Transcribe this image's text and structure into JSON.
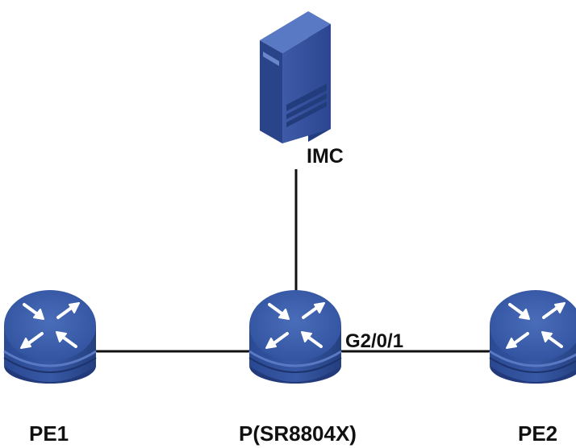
{
  "nodes": {
    "server": {
      "label": "IMC",
      "icon": "server-icon"
    },
    "router_p": {
      "label": "P(SR8804X)",
      "icon": "router-icon"
    },
    "router_pe1": {
      "label": "PE1",
      "icon": "router-icon"
    },
    "router_pe2": {
      "label": "PE2",
      "icon": "router-icon"
    }
  },
  "links": {
    "p_pe2_interface": "G2/0/1"
  },
  "colors": {
    "device_top": "#3f63ad",
    "device_body": "#2f4f99",
    "device_dark": "#203b7a",
    "link": "#111111"
  }
}
